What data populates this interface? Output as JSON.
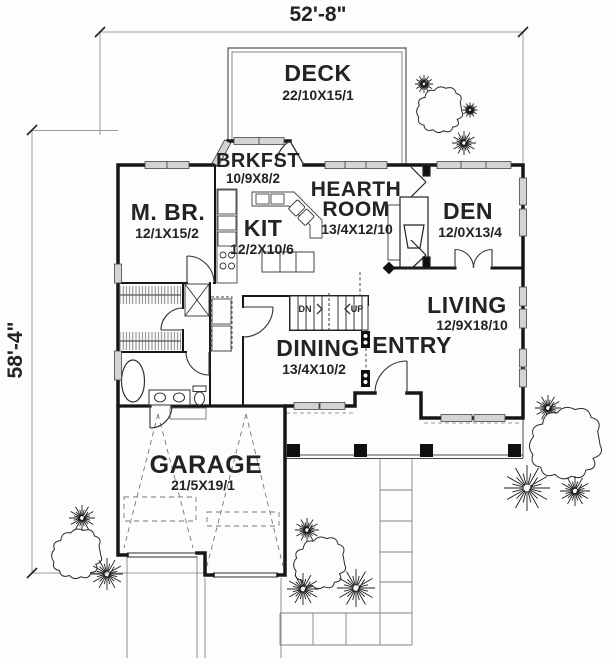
{
  "dimensions": {
    "width_label": "52'-8\"",
    "height_label": "58'-4\""
  },
  "rooms": {
    "deck": {
      "name": "DECK",
      "dims": "22/10X15/1"
    },
    "brkfst": {
      "name": "BRKFST",
      "dims": "10/9X8/2"
    },
    "master_bedroom": {
      "name": "M. BR.",
      "dims": "12/1X15/2"
    },
    "kitchen": {
      "name": "KIT",
      "dims": "12/2X10/6"
    },
    "hearth_room": {
      "name_line1": "HEARTH",
      "name_line2": "ROOM",
      "dims": "13/4X12/10"
    },
    "den": {
      "name": "DEN",
      "dims": "12/0X13/4"
    },
    "living": {
      "name": "LIVING",
      "dims": "12/9X18/10"
    },
    "entry": {
      "name": "ENTRY"
    },
    "dining": {
      "name": "DINING",
      "dims": "13/4X10/2"
    },
    "garage": {
      "name": "GARAGE",
      "dims": "21/5X19/1"
    }
  },
  "stairs": {
    "down": "DN",
    "up": "UP"
  },
  "colors": {
    "wall": "#161616",
    "fixture_line": "#333333",
    "dim_line": "#9a9a9a",
    "window_fill": "#d4d4d4",
    "text": "#232323"
  }
}
